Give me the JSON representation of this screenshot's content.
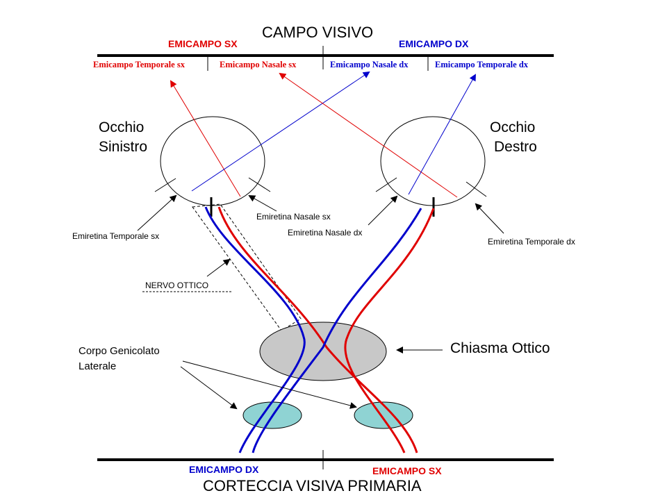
{
  "top": {
    "title": "CAMPO VISIVO",
    "left_hemifield": "EMICAMPO SX",
    "right_hemifield": "EMICAMPO DX",
    "sub_fields": [
      "Emicampo Temporale sx",
      "Emicampo Nasale sx",
      "Emicampo Nasale dx",
      "Emicampo Temporale dx"
    ]
  },
  "eyes": {
    "left_line1": "Occhio",
    "left_line2": "Sinistro",
    "right_line1": "Occhio",
    "right_line2": "Destro"
  },
  "retina_labels": {
    "temporal_sx": "Emiretina Temporale sx",
    "nasal_sx": "Emiretina Nasale sx",
    "nasal_dx": "Emiretina Nasale dx",
    "temporal_dx": "Emiretina Temporale dx"
  },
  "structures": {
    "optic_nerve": "NERVO OTTICO",
    "chiasm": "Chiasma Ottico",
    "lgn_line1": "Corpo Genicolato",
    "lgn_line2": "Laterale"
  },
  "bottom": {
    "title": "CORTECCIA VISIVA PRIMARIA",
    "left_hemifield": "EMICAMPO DX",
    "right_hemifield": "EMICAMPO SX"
  },
  "colors": {
    "red_pathway": "#e00000",
    "blue_pathway": "#0000cc",
    "chiasm_fill": "#c8c8c8",
    "lgn_fill": "#8fd3d3"
  }
}
